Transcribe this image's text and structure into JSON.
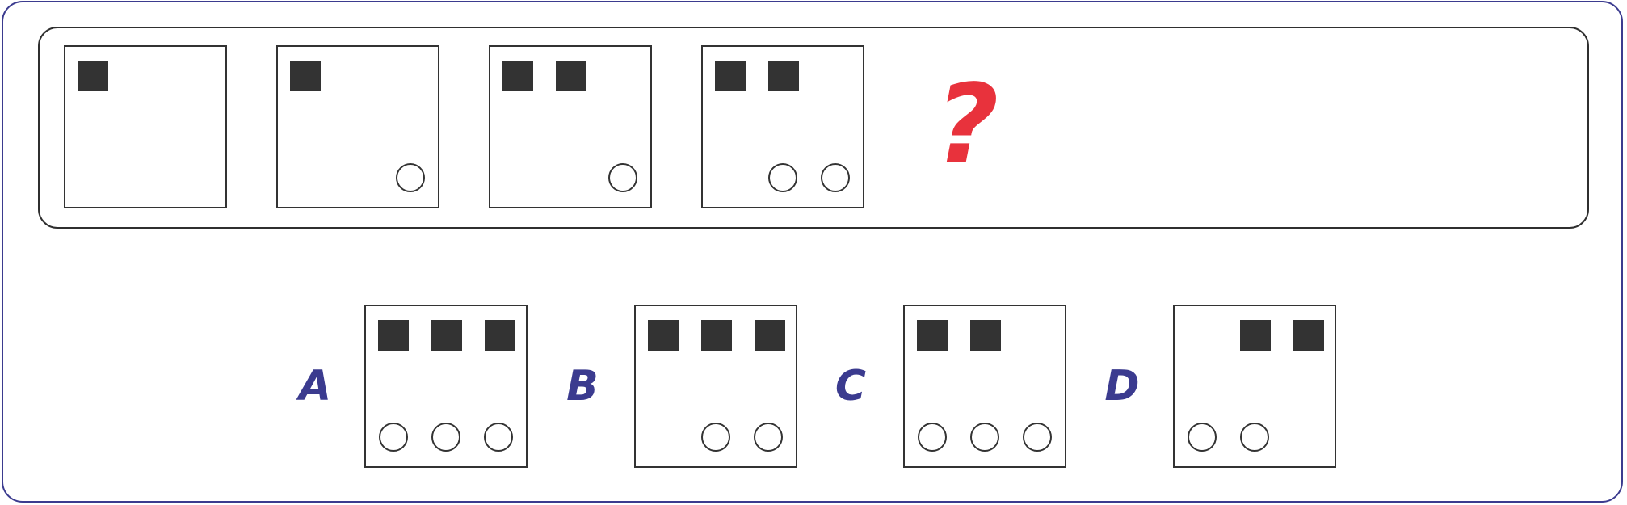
{
  "puzzle": {
    "question_mark": "?",
    "sequence": [
      {
        "squares": 1,
        "circles": 0
      },
      {
        "squares": 1,
        "circles": 1
      },
      {
        "squares": 2,
        "circles": 1
      },
      {
        "squares": 2,
        "circles": 2
      }
    ],
    "options": [
      {
        "letter": "A",
        "squares": 3,
        "circles": 3
      },
      {
        "letter": "B",
        "squares": 3,
        "circles": 2
      },
      {
        "letter": "C",
        "squares": 2,
        "circles": 3
      },
      {
        "letter": "D",
        "squares": 2,
        "circles": 2
      }
    ]
  },
  "colors": {
    "frame": "#3b3b8f",
    "shape": "#333333",
    "question_mark": "#e8323c",
    "option_letter": "#3b3b8f"
  }
}
